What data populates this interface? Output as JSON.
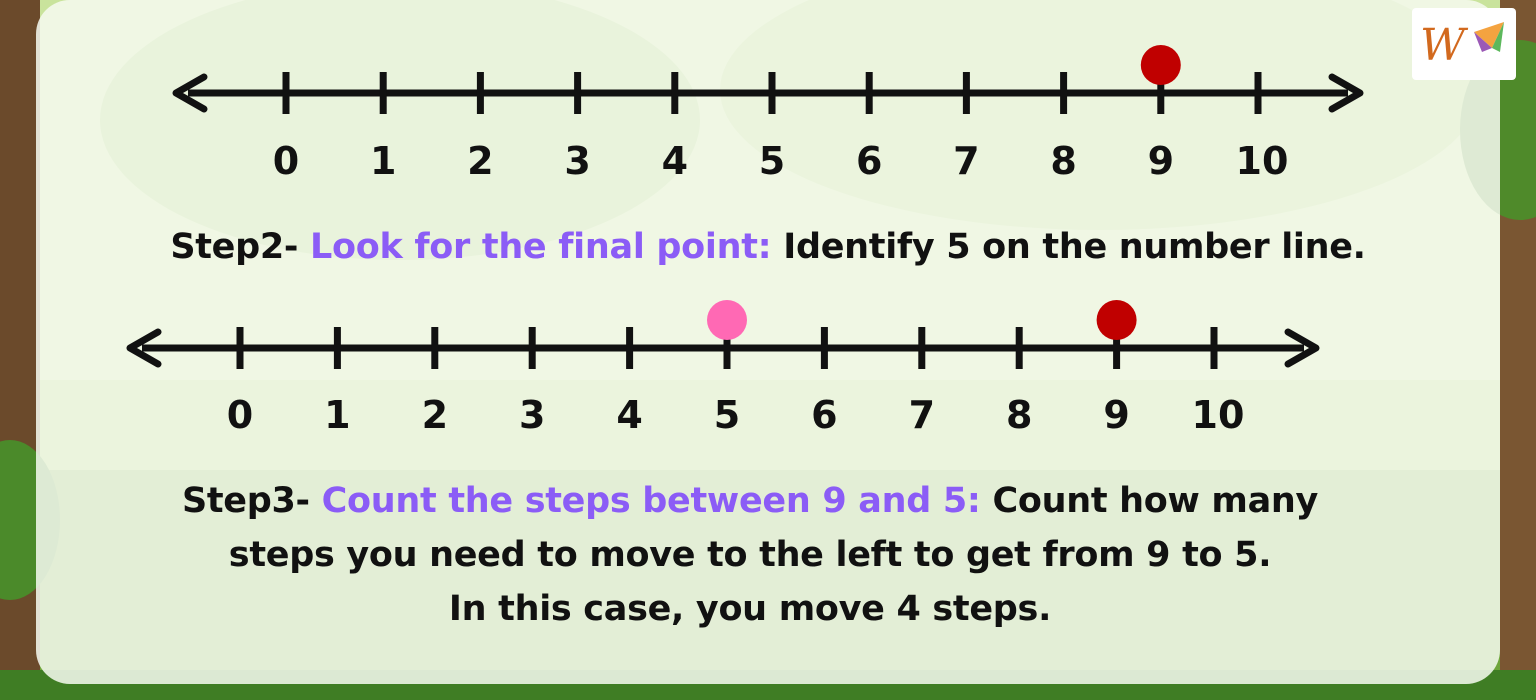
{
  "number_line_1": {
    "ticks": [
      "0",
      "1",
      "2",
      "3",
      "4",
      "5",
      "6",
      "7",
      "8",
      "9",
      "10"
    ],
    "markers": [
      {
        "value": 9,
        "color": "#c00000"
      }
    ]
  },
  "step2": {
    "prefix": "Step2- ",
    "highlight": "Look for the final point:",
    "rest": " Identify 5 on the number line."
  },
  "number_line_2": {
    "ticks": [
      "0",
      "1",
      "2",
      "3",
      "4",
      "5",
      "6",
      "7",
      "8",
      "9",
      "10"
    ],
    "markers": [
      {
        "value": 5,
        "color": "#ff69b4"
      },
      {
        "value": 9,
        "color": "#c00000"
      }
    ]
  },
  "step3": {
    "prefix": "Step3- ",
    "highlight": "Count the steps between 9 and 5:",
    "rest_line1": " Count how many",
    "line2": "steps you need to move to the left to get from 9 to 5.",
    "line3": "In this case, you move 4 steps."
  },
  "colors": {
    "highlight": "#8b5cf6",
    "line": "#111111",
    "card": "#f6faf0"
  },
  "logo_icon": "W-kite-logo-icon"
}
